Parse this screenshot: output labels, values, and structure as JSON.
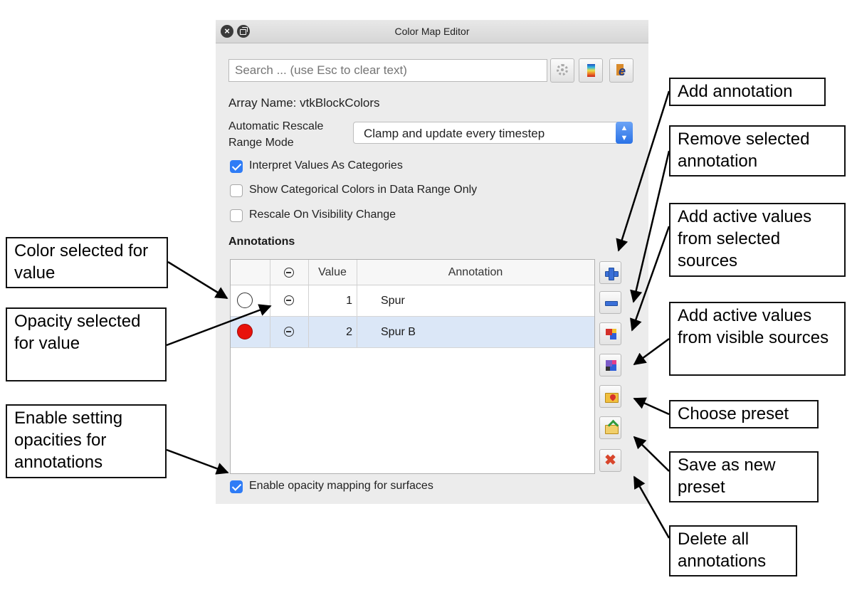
{
  "window": {
    "title": "Color Map Editor"
  },
  "search": {
    "placeholder": "Search ... (use Esc to clear text)"
  },
  "array_name": "Array Name: vtkBlockColors",
  "rescale": {
    "label_line1": "Automatic Rescale",
    "label_line2": "Range Mode",
    "value": "Clamp and update every timestep"
  },
  "options": [
    {
      "label": "Interpret Values As Categories",
      "checked": true
    },
    {
      "label": "Show Categorical Colors in Data Range Only",
      "checked": false
    },
    {
      "label": "Rescale On Visibility Change",
      "checked": false
    }
  ],
  "annotations": {
    "heading": "Annotations",
    "columns": {
      "value": "Value",
      "annotation": "Annotation"
    },
    "rows": [
      {
        "color": "#ffffff",
        "value": "1",
        "annotation": "Spur"
      },
      {
        "color": "#e8120c",
        "value": "2",
        "annotation": "Spur B"
      }
    ]
  },
  "opacity_mapping": {
    "label": "Enable opacity mapping for surfaces",
    "checked": true
  },
  "callouts": {
    "add_annotation": "Add annotation",
    "remove_selected": "Remove selected annotation",
    "add_from_selected": "Add active values from selected sources",
    "add_from_visible": "Add active values from visible sources",
    "choose_preset": "Choose preset",
    "save_preset": "Save as new preset",
    "delete_all": "Delete all annotations",
    "color_selected": "Color selected for value",
    "opacity_selected": "Opacity selected for value",
    "enable_opacities": "Enable setting opacities for annotations"
  }
}
